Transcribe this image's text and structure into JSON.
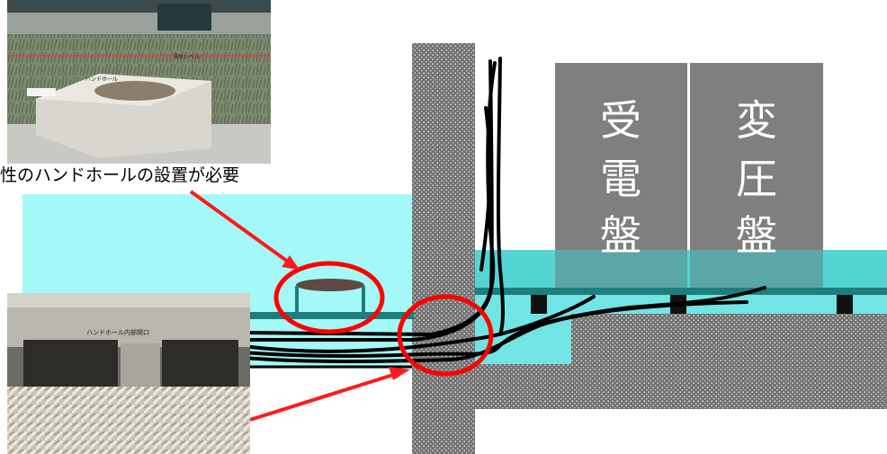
{
  "caption": "性のハンドホールの設置が必要",
  "panels": {
    "receiving": {
      "chars": [
        "受",
        "電",
        "盤"
      ]
    },
    "transformer": {
      "chars": [
        "変",
        "圧",
        "盤"
      ]
    }
  },
  "photo_top": {
    "labels": [
      "ハンドホール",
      "浸水レベル"
    ]
  },
  "photo_bottom": {
    "label": "ハンドホール内部開口"
  },
  "colors": {
    "water": "#a5f8f8",
    "panel": "#7f7f7f",
    "concrete": "#777777",
    "teal": "#1e7e7e",
    "arrow": "#ff1a1a",
    "highlight_circle": "#ff0000"
  }
}
